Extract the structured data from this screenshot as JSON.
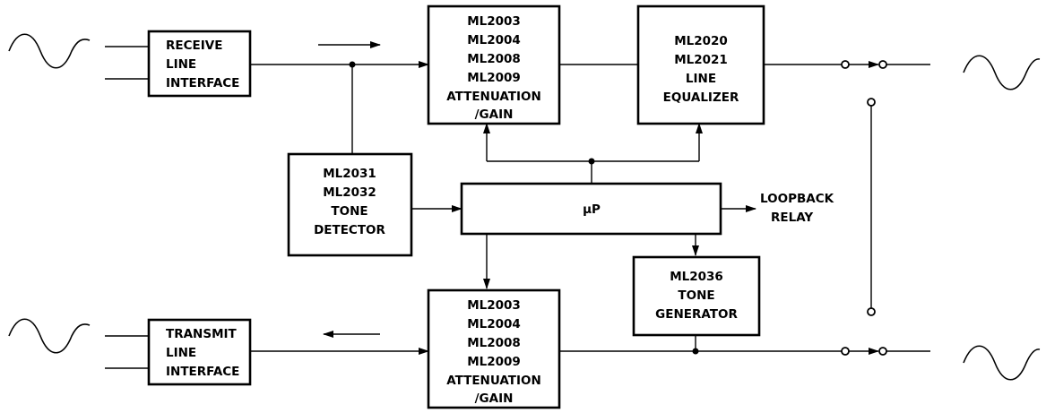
{
  "blocks": {
    "receive_interface": [
      "RECEIVE",
      "LINE",
      "INTERFACE"
    ],
    "transmit_interface": [
      "TRANSMIT",
      "LINE",
      "INTERFACE"
    ],
    "atten_top": [
      "ML2003",
      "ML2004",
      "ML2008",
      "ML2009",
      "ATTENUATION",
      "/GAIN"
    ],
    "atten_bottom": [
      "ML2003",
      "ML2004",
      "ML2008",
      "ML2009",
      "ATTENUATION",
      "/GAIN"
    ],
    "line_equalizer": [
      "ML2020",
      "ML2021",
      "LINE",
      "EQUALIZER"
    ],
    "tone_detector": [
      "ML2031",
      "ML2032",
      "TONE",
      "DETECTOR"
    ],
    "microprocessor": "μP",
    "tone_generator": [
      "ML2036",
      "TONE",
      "GENERATOR"
    ]
  },
  "labels": {
    "loopback": [
      "LOOPBACK",
      "RELAY"
    ]
  },
  "icons": {
    "signal": "sine-wave-icon",
    "terminal": "relay-terminal-icon",
    "direction": "arrow-icon"
  }
}
